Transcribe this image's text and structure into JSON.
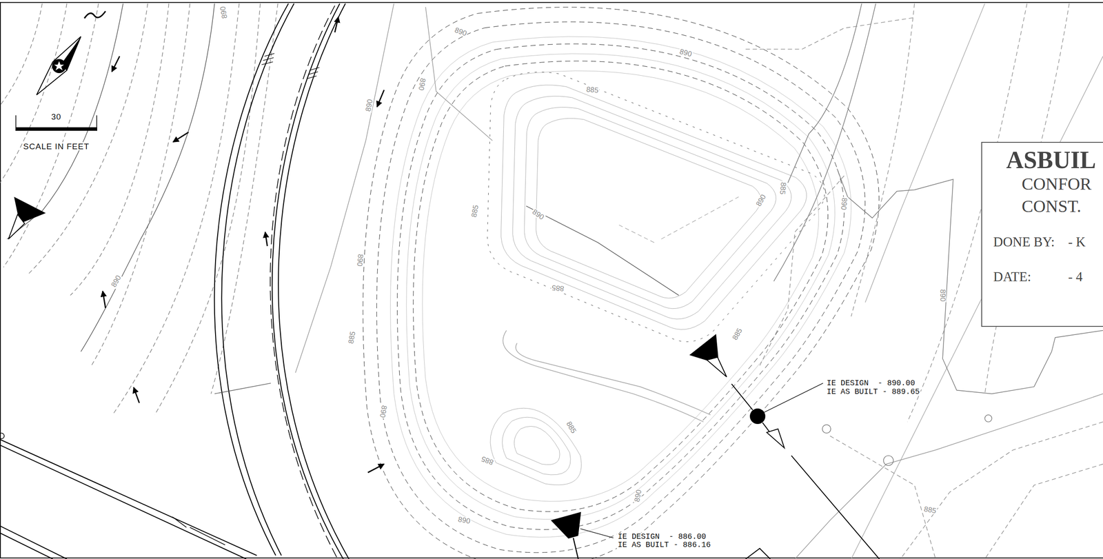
{
  "diagram": {
    "nodes": [
      {
        "text": [
          "ASBUIL",
          "CONFOR",
          "CONST.",
          "DONE BY:",
          "- K",
          "DATE:",
          "- 4"
        ]
      }
    ],
    "labels": [
      "30",
      "SCALE IN FEET",
      "890",
      "890",
      "890",
      "890",
      "890",
      "890",
      "890",
      "885",
      "885",
      "885",
      "885",
      "890",
      "890",
      "885",
      "885",
      "890",
      "890",
      "885",
      "885",
      "890",
      "890",
      "890",
      "885",
      "IE DESIGN  - 890.00",
      "IE AS BUILT - 889.65",
      "IE DESIGN  - 886.00",
      "IE AS BUILT - 886.16"
    ]
  }
}
